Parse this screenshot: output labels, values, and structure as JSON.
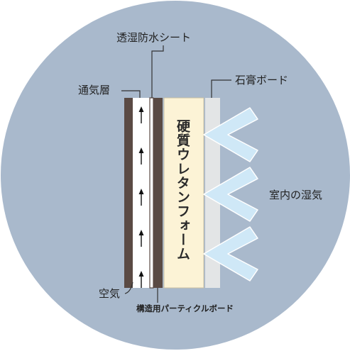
{
  "labels": {
    "membrane": "透湿防水シート",
    "ventilation_layer": "通気層",
    "gypsum_board": "石膏ボード",
    "foam": "硬質ウレタンフォーム",
    "indoor_humidity": "室内の湿気",
    "air": "空気",
    "particle_board": "構造用パーティクルボード"
  },
  "colors": {
    "background_circle": "#a9b9cc",
    "page": "#ffffff",
    "outer_panel": "#5a4a44",
    "air_gap": "#ffffff",
    "foam": "#fcf3d6",
    "gypsum": "#e3e5e6",
    "moisture_arrow": "#cfe8f7",
    "moisture_arrow_outline": "#ffffff",
    "air_arrow": "#111111",
    "leader_line": "#333333"
  },
  "icons": {
    "air_flow": "up-arrow-icon",
    "moisture_flow": "chevron-arrow-icon"
  },
  "air_arrow_count": 5,
  "moisture_arrow_count": 3
}
